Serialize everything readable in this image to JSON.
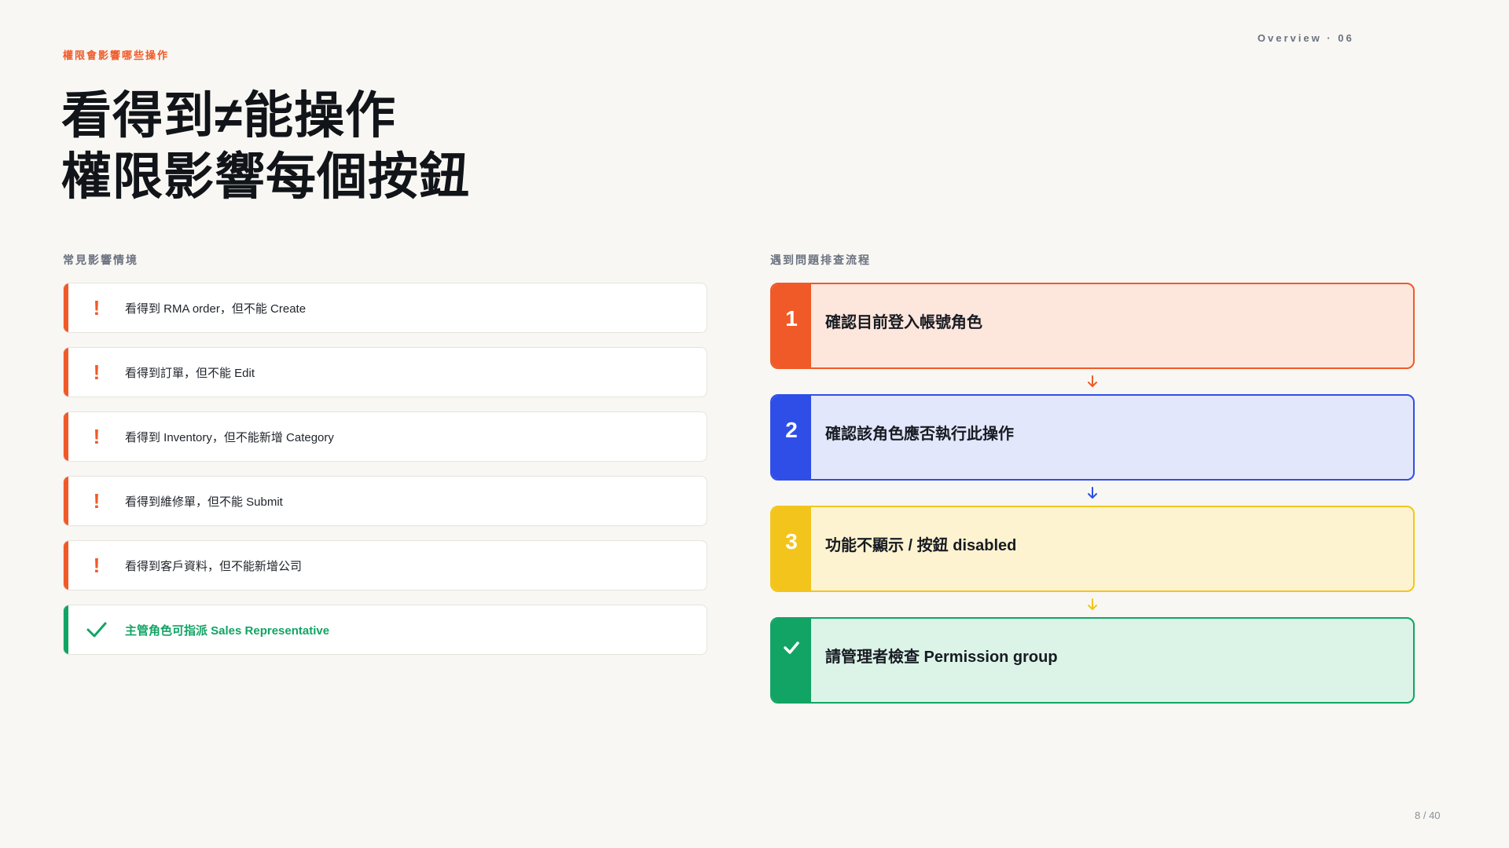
{
  "eyebrow": "權限會影響哪些操作",
  "meta": "Overview · 06",
  "title": {
    "line1": "看得到≠能操作",
    "line2": "權限影響每個按鈕"
  },
  "left_section": {
    "label": "常見影響情境",
    "items": [
      {
        "text": "看得到 RMA order，但不能 Create",
        "type": "warn",
        "icon": "exclamation-icon"
      },
      {
        "text": "看得到訂單，但不能 Edit",
        "type": "warn",
        "icon": "exclamation-icon"
      },
      {
        "text": "看得到 Inventory，但不能新增 Category",
        "type": "warn",
        "icon": "exclamation-icon"
      },
      {
        "text": "看得到維修單，但不能 Submit",
        "type": "warn",
        "icon": "exclamation-icon"
      },
      {
        "text": "看得到客戶資料，但不能新增公司",
        "type": "warn",
        "icon": "exclamation-icon"
      },
      {
        "text": "主管角色可指派 Sales Representative",
        "type": "ok",
        "icon": "checkmark-icon"
      }
    ]
  },
  "right_section": {
    "label": "遇到問題排查流程",
    "steps": [
      {
        "num": "1",
        "text": "確認目前登入帳號角色",
        "color": "#f05a28"
      },
      {
        "num": "2",
        "text": "確認該角色應否執行此操作",
        "color": "#2f4ee8"
      },
      {
        "num": "3",
        "text": "功能不顯示 / 按鈕 disabled",
        "color": "#f3c51c"
      },
      {
        "num": "",
        "text": "請管理者檢查 Permission group",
        "color": "#12a464",
        "icon": "checkmark-icon"
      }
    ]
  },
  "colors": {
    "background": "#f8f7f3",
    "accent": "#f05a28",
    "success": "#12a464",
    "blue": "#2f4ee8",
    "yellow": "#f3c51c"
  },
  "page": "8 / 40"
}
